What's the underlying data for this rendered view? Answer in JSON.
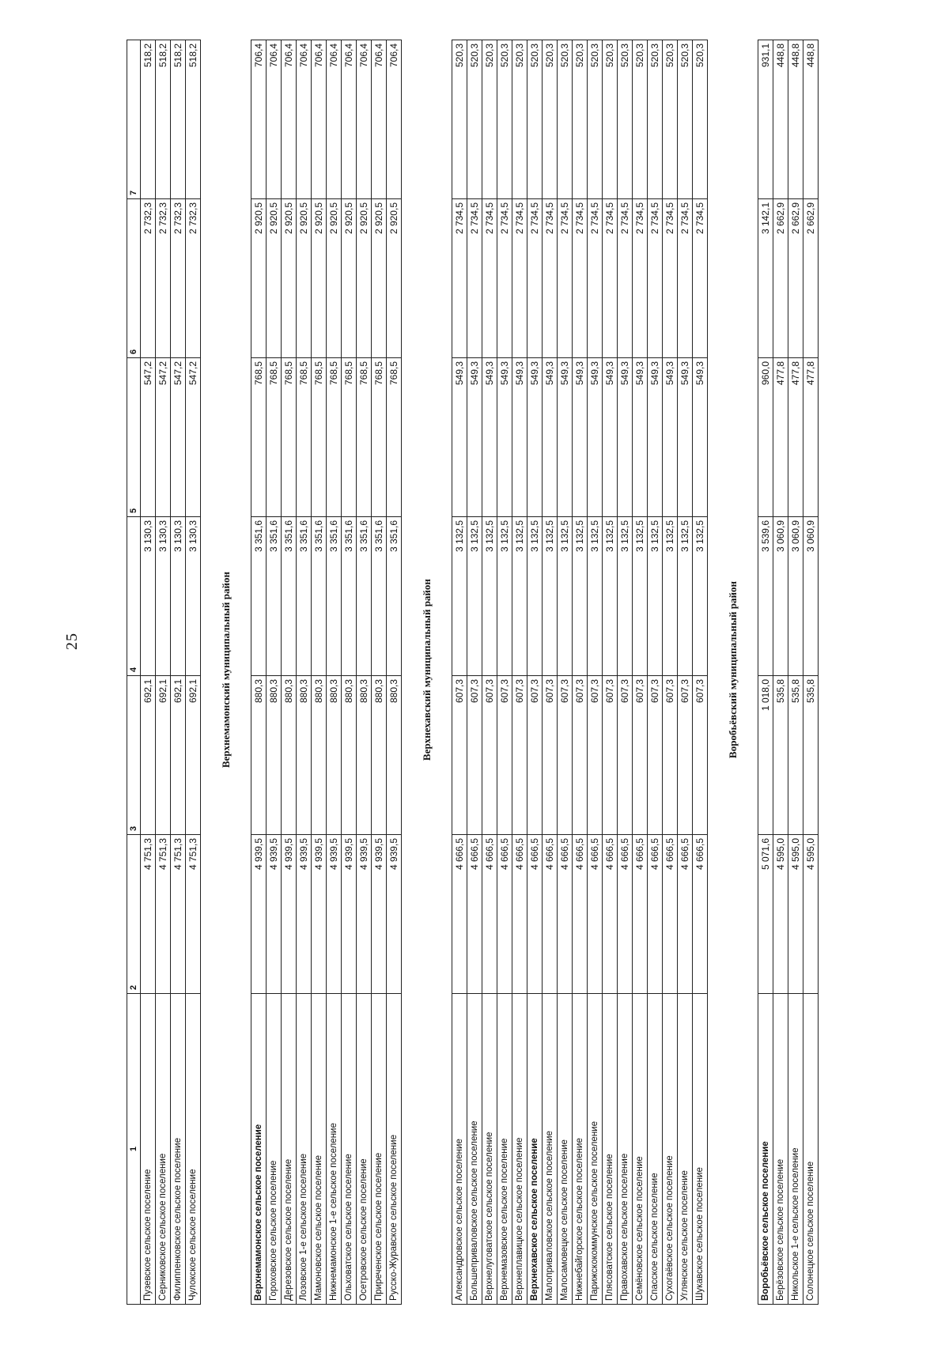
{
  "page_number": "25",
  "columns": [
    "1",
    "2",
    "3",
    "4",
    "5",
    "6",
    "7"
  ],
  "groups": [
    {
      "title": "",
      "rows": [
        {
          "name": "Пузевское сельское поселение",
          "c2": "4 751,3",
          "c3": "692,1",
          "c4": "3 130,3",
          "c5": "547,2",
          "c6": "2 732,3",
          "c7": "518,2"
        },
        {
          "name": "Серниковское сельское поселение",
          "c2": "4 751,3",
          "c3": "692,1",
          "c4": "3 130,3",
          "c5": "547,2",
          "c6": "2 732,3",
          "c7": "518,2"
        },
        {
          "name": "Филиппенковское сельское поселение",
          "c2": "4 751,3",
          "c3": "692,1",
          "c4": "3 130,3",
          "c5": "547,2",
          "c6": "2 732,3",
          "c7": "518,2"
        },
        {
          "name": "Чулокское сельское поселение",
          "c2": "4 751,3",
          "c3": "692,1",
          "c4": "3 130,3",
          "c5": "547,2",
          "c6": "2 732,3",
          "c7": "518,2"
        }
      ]
    },
    {
      "title": "Верхнемамонский муниципальный район",
      "rows": [
        {
          "name": "Верхнемамонское сельское поселение",
          "bold": true,
          "c2": "4 939,5",
          "c3": "880,3",
          "c4": "3 351,6",
          "c5": "768,5",
          "c6": "2 920,5",
          "c7": "706,4"
        },
        {
          "name": "Гороховское сельское поселение",
          "c2": "4 939,5",
          "c3": "880,3",
          "c4": "3 351,6",
          "c5": "768,5",
          "c6": "2 920,5",
          "c7": "706,4"
        },
        {
          "name": "Дерезовское сельское поселение",
          "c2": "4 939,5",
          "c3": "880,3",
          "c4": "3 351,6",
          "c5": "768,5",
          "c6": "2 920,5",
          "c7": "706,4"
        },
        {
          "name": "Лозовское 1-е сельское поселение",
          "c2": "4 939,5",
          "c3": "880,3",
          "c4": "3 351,6",
          "c5": "768,5",
          "c6": "2 920,5",
          "c7": "706,4"
        },
        {
          "name": "Мамоновское сельское поселение",
          "c2": "4 939,5",
          "c3": "880,3",
          "c4": "3 351,6",
          "c5": "768,5",
          "c6": "2 920,5",
          "c7": "706,4"
        },
        {
          "name": "Нижнемамонское 1-е сельское поселение",
          "c2": "4 939,5",
          "c3": "880,3",
          "c4": "3 351,6",
          "c5": "768,5",
          "c6": "2 920,5",
          "c7": "706,4"
        },
        {
          "name": "Ольховатское сельское поселение",
          "c2": "4 939,5",
          "c3": "880,3",
          "c4": "3 351,6",
          "c5": "768,5",
          "c6": "2 920,5",
          "c7": "706,4"
        },
        {
          "name": "Осетровское сельское поселение",
          "c2": "4 939,5",
          "c3": "880,3",
          "c4": "3 351,6",
          "c5": "768,5",
          "c6": "2 920,5",
          "c7": "706,4"
        },
        {
          "name": "Приреченское сельское поселение",
          "c2": "4 939,5",
          "c3": "880,3",
          "c4": "3 351,6",
          "c5": "768,5",
          "c6": "2 920,5",
          "c7": "706,4"
        },
        {
          "name": "Русско-Журавское сельское поселение",
          "c2": "4 939,5",
          "c3": "880,3",
          "c4": "3 351,6",
          "c5": "768,5",
          "c6": "2 920,5",
          "c7": "706,4"
        }
      ]
    },
    {
      "title": "Верхнехавский муниципальный район",
      "rows": [
        {
          "name": "Александровское сельское поселение",
          "c2": "4 666,5",
          "c3": "607,3",
          "c4": "3 132,5",
          "c5": "549,3",
          "c6": "2 734,5",
          "c7": "520,3"
        },
        {
          "name": "Большеприваловское сельское поселение",
          "c2": "4 666,5",
          "c3": "607,3",
          "c4": "3 132,5",
          "c5": "549,3",
          "c6": "2 734,5",
          "c7": "520,3"
        },
        {
          "name": "Верхнелуговатское сельское поселение",
          "c2": "4 666,5",
          "c3": "607,3",
          "c4": "3 132,5",
          "c5": "549,3",
          "c6": "2 734,5",
          "c7": "520,3"
        },
        {
          "name": "Верхнемазовское сельское поселение",
          "c2": "4 666,5",
          "c3": "607,3",
          "c4": "3 132,5",
          "c5": "549,3",
          "c6": "2 734,5",
          "c7": "520,3"
        },
        {
          "name": "Верхнеплавицкое сельское поселение",
          "c2": "4 666,5",
          "c3": "607,3",
          "c4": "3 132,5",
          "c5": "549,3",
          "c6": "2 734,5",
          "c7": "520,3"
        },
        {
          "name": "Верхнехавское сельское поселение",
          "bold": true,
          "c2": "4 666,5",
          "c3": "607,3",
          "c4": "3 132,5",
          "c5": "549,3",
          "c6": "2 734,5",
          "c7": "520,3"
        },
        {
          "name": "Малоприваловское сельское поселение",
          "c2": "4 666,5",
          "c3": "607,3",
          "c4": "3 132,5",
          "c5": "549,3",
          "c6": "2 734,5",
          "c7": "520,3"
        },
        {
          "name": "Малосамовецкое сельское поселение",
          "c2": "4 666,5",
          "c3": "607,3",
          "c4": "3 132,5",
          "c5": "549,3",
          "c6": "2 734,5",
          "c7": "520,3"
        },
        {
          "name": "Нижнебайгорское сельское поселение",
          "c2": "4 666,5",
          "c3": "607,3",
          "c4": "3 132,5",
          "c5": "549,3",
          "c6": "2 734,5",
          "c7": "520,3"
        },
        {
          "name": "Парижскокоммунское сельское поселение",
          "c2": "4 666,5",
          "c3": "607,3",
          "c4": "3 132,5",
          "c5": "549,3",
          "c6": "2 734,5",
          "c7": "520,3"
        },
        {
          "name": "Плясоватское сельское поселение",
          "c2": "4 666,5",
          "c3": "607,3",
          "c4": "3 132,5",
          "c5": "549,3",
          "c6": "2 734,5",
          "c7": "520,3"
        },
        {
          "name": "Правохавское сельское поселение",
          "c2": "4 666,5",
          "c3": "607,3",
          "c4": "3 132,5",
          "c5": "549,3",
          "c6": "2 734,5",
          "c7": "520,3"
        },
        {
          "name": "Семёновское сельское поселение",
          "c2": "4 666,5",
          "c3": "607,3",
          "c4": "3 132,5",
          "c5": "549,3",
          "c6": "2 734,5",
          "c7": "520,3"
        },
        {
          "name": "Спасское сельское поселение",
          "c2": "4 666,5",
          "c3": "607,3",
          "c4": "3 132,5",
          "c5": "549,3",
          "c6": "2 734,5",
          "c7": "520,3"
        },
        {
          "name": "Сухогаёвское сельское поселение",
          "c2": "4 666,5",
          "c3": "607,3",
          "c4": "3 132,5",
          "c5": "549,3",
          "c6": "2 734,5",
          "c7": "520,3"
        },
        {
          "name": "Углянское сельское поселение",
          "c2": "4 666,5",
          "c3": "607,3",
          "c4": "3 132,5",
          "c5": "549,3",
          "c6": "2 734,5",
          "c7": "520,3"
        },
        {
          "name": "Шукавское сельское поселение",
          "c2": "4 666,5",
          "c3": "607,3",
          "c4": "3 132,5",
          "c5": "549,3",
          "c6": "2 734,5",
          "c7": "520,3"
        }
      ]
    },
    {
      "title": "Воробьёвский муниципальный район",
      "rows": [
        {
          "name": "Воробьёвское сельское поселение",
          "bold": true,
          "c2": "5 071,6",
          "c3": "1 018,0",
          "c4": "3 539,6",
          "c5": "960,0",
          "c6": "3 142,1",
          "c7": "931,1"
        },
        {
          "name": "Берёзовское сельское поселение",
          "c2": "4 595,0",
          "c3": "535,8",
          "c4": "3 060,9",
          "c5": "477,8",
          "c6": "2 662,9",
          "c7": "448,8"
        },
        {
          "name": "Никольское 1-е сельское поселение",
          "c2": "4 595,0",
          "c3": "535,8",
          "c4": "3 060,9",
          "c5": "477,8",
          "c6": "2 662,9",
          "c7": "448,8"
        },
        {
          "name": "Солонецкое сельское поселение",
          "c2": "4 595,0",
          "c3": "535,8",
          "c4": "3 060,9",
          "c5": "477,8",
          "c6": "2 662,9",
          "c7": "448,8"
        }
      ]
    }
  ]
}
